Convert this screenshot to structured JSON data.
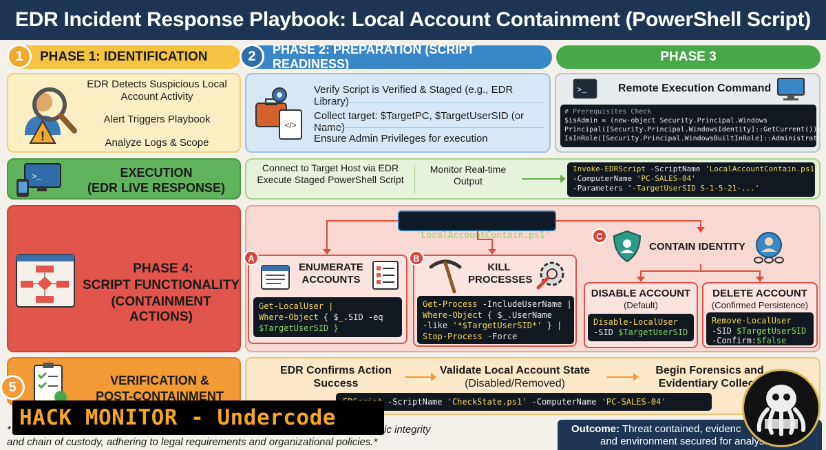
{
  "title": "EDR Incident Response Playbook: Local Account Containment (PowerShell Script)",
  "phase1": {
    "num": "1",
    "header": "PHASE 1: IDENTIFICATION",
    "item1": "EDR Detects Suspicious Local Account Activity",
    "item2": "Alert Triggers Playbook",
    "item3": "Analyze Logs & Scope"
  },
  "phase2": {
    "num": "2",
    "header": "PHASE 2: PREPARATION (SCRIPT READINESS)",
    "item1": "Verify Script is Verified & Staged (e.g., EDR Library)",
    "item2": "Collect target: $TargetPC, $TargetUserSID (or Name)",
    "item3": "Ensure Admin Privileges for execution"
  },
  "phase3": {
    "header": "PHASE 3",
    "remote_title": "Remote Execution Command",
    "code_comment": "# Prerequisites Check",
    "code_line1": "$isAdmin = (new-object Security.Principal.Windows",
    "code_line2": "Principal([Security.Principal.WindowsIdentity]::GetCurrent())).",
    "code_line3": "IsInRole([Security.Principal.WindowsBuiltInRole]::Administrator)"
  },
  "execution": {
    "title_line1": "EXECUTION",
    "title_line2": "(EDR LIVE RESPONSE)",
    "connect": "Connect to Target Host via EDR Execute Staged PowerShell Script",
    "monitor": "Monitor Real-time Output",
    "cmd_line1_a": "Invoke-EDRScript",
    "cmd_line1_b": " -ScriptName ",
    "cmd_line1_c": "'LocalAccountContain.ps1'",
    "cmd_line2_a": "-ComputerName ",
    "cmd_line2_b": "'PC-SALES-04'",
    "cmd_line3_a": "-Parameters ",
    "cmd_line3_b": "'-TargetUserSID S-1-5-21-...'"
  },
  "phase4": {
    "title_line1": "PHASE 4:",
    "title_line2": "SCRIPT FUNCTIONALITY",
    "title_line3": "(CONTAINMENT ACTIONS)",
    "script_name": "'LocalAccountContain.ps1'",
    "a_badge": "A",
    "a_title": "ENUMERATE ACCOUNTS",
    "a_code1": "Get-LocalUser |",
    "a_code2a": "Where-Object",
    "a_code2b": " { $_.SID -eq",
    "a_code3": "$TargetUserSID }",
    "b_badge": "B",
    "b_title": "KILL PROCESSES",
    "b_code1a": "Get-Process",
    "b_code1b": " -IncludeUserName |",
    "b_code2a": "Where-Object",
    "b_code2b": " { $_.UserName",
    "b_code3a": "-like ",
    "b_code3b": "'*$TargetUserSID*'",
    "b_code3c": " } |",
    "b_code4a": "Stop-Process",
    "b_code4b": " -Force",
    "c_badge": "C",
    "c_title": "CONTAIN IDENTITY",
    "disable_title": "DISABLE ACCOUNT",
    "disable_sub": "(Default)",
    "disable_code1": "Disable-LocalUser",
    "disable_code2a": "-SID ",
    "disable_code2b": "$TargetUserSID",
    "delete_title": "DELETE ACCOUNT",
    "delete_sub": "(Confirmed Persistence)",
    "delete_code1": "Remove-LocalUser",
    "delete_code2a": "-SID ",
    "delete_code2b": "$TargetUserSID",
    "delete_code3a": "-Confirm:",
    "delete_code3b": "$false"
  },
  "phase5": {
    "num": "5",
    "title_line1": "VERIFICATION &",
    "title_line2": "POST-CONTAINMENT",
    "step1": "EDR Confirms Action Success",
    "step2_line1": "Validate Local Account State",
    "step2_line2": "(Disabled/Removed)",
    "step3": "Begin Forensics and Evidentiary Collecti",
    "cmd_a": "ERScript",
    "cmd_b": " -ScriptName ",
    "cmd_c": "'CheckState.ps1'",
    "cmd_d": " -ComputerName ",
    "cmd_e": "'PC-SALES-04'"
  },
  "footer": {
    "note_line1": "ic integrity",
    "note_line2": "and chain of custody, adhering to legal requirements and organizational policies.*",
    "note_star": "*",
    "outcome_label": "Outcome:",
    "outcome_text1": " Threat contained, evidenc",
    "outcome_text2": "and environment secured for analysis."
  },
  "watermark": "HACK MONITOR - Undercode",
  "colors": {
    "phase1": "#f5c242",
    "phase2": "#3a87c8",
    "phase3": "#48a848",
    "phase4": "#e2554a",
    "phase5": "#f29a35",
    "title_bg": "#1d3552"
  }
}
